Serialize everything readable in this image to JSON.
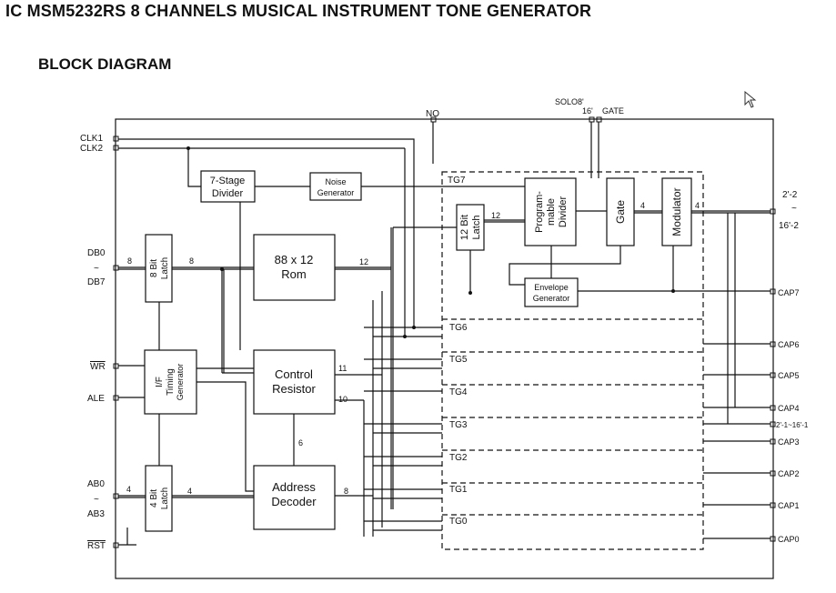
{
  "header": {
    "title": "IC MSM5232RS 8 CHANNELS MUSICAL INSTRUMENT TONE GENERATOR",
    "subtitle": "BLOCK DIAGRAM"
  },
  "pins": {
    "clk1": "CLK1",
    "clk2": "CLK2",
    "db0": "DB0",
    "tilde": "~",
    "db7": "DB7",
    "wr": "WR",
    "ale": "ALE",
    "ab0": "AB0",
    "ab3": "AB3",
    "rst": "RST",
    "no": "NO",
    "solo": "SOLO8'",
    "solo16": "16'",
    "gate": "GATE",
    "out_top1": "2'-2",
    "out_top2": "16'-2",
    "out_mid": "2'-1~16'-1",
    "cap7": "CAP7",
    "cap6": "CAP6",
    "cap5": "CAP5",
    "cap4": "CAP4",
    "cap3": "CAP3",
    "cap2": "CAP2",
    "cap1": "CAP1",
    "cap0": "CAP0"
  },
  "blocks": {
    "seven_stage_1": "7-Stage",
    "seven_stage_2": "Divider",
    "noise_1": "Noise",
    "noise_2": "Generator",
    "latch8_1": "8 Bit",
    "latch8_2": "Latch",
    "rom_1": "88 x 12",
    "rom_2": "Rom",
    "if_1": "I/F",
    "if_2": "Timing",
    "if_3": "Generator",
    "ctrl_1": "Control",
    "ctrl_2": "Resistor",
    "latch4_1": "4 Bit",
    "latch4_2": "Latch",
    "addr_1": "Address",
    "addr_2": "Decoder",
    "latch12_1": "12 Bit",
    "latch12_2": "Latch",
    "prog_1": "Program-",
    "prog_2": "mable",
    "prog_3": "Divider",
    "gate": "Gate",
    "modulator": "Modulator",
    "env_1": "Envelope",
    "env_2": "Generator"
  },
  "tone_generators": [
    "TG7",
    "TG6",
    "TG5",
    "TG4",
    "TG3",
    "TG2",
    "TG1",
    "TG0"
  ],
  "bus_widths": {
    "db_bus": "8",
    "latch_out": "8",
    "rom_out": "12",
    "latch12_out": "12",
    "gate_out": "4",
    "mod_out": "4",
    "ctrl_out": "11",
    "ctrl_out2": "10",
    "addr_up": "6",
    "addr_out": "8",
    "ab_bus": "4",
    "latch4_out": "4"
  }
}
